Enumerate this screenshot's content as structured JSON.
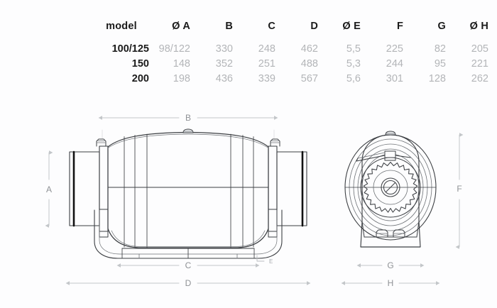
{
  "table": {
    "headers": [
      "model",
      "Ø A",
      "B",
      "C",
      "D",
      "Ø E",
      "F",
      "G",
      "Ø H"
    ],
    "rows": [
      {
        "model": "100/125",
        "A": "98/122",
        "B": "330",
        "C": "248",
        "D": "462",
        "E": "5,5",
        "F": "225",
        "G": "82",
        "H": "205"
      },
      {
        "model": "150",
        "A": "148",
        "B": "352",
        "C": "251",
        "D": "488",
        "E": "5,3",
        "F": "244",
        "G": "95",
        "H": "221"
      },
      {
        "model": "200",
        "A": "198",
        "B": "436",
        "C": "339",
        "D": "567",
        "E": "5,6",
        "F": "301",
        "G": "128",
        "H": "262"
      }
    ]
  },
  "dimensions": {
    "side_view": {
      "a": "A",
      "b": "B",
      "c": "C",
      "d": "D",
      "e": "E"
    },
    "front_view": {
      "f": "F",
      "g": "G",
      "h": "H"
    }
  },
  "colors": {
    "background": "#fdfdfe",
    "header_text": "#1b1b1b",
    "value_text": "#b3b5b8",
    "dimension_line": "#c3c6c9",
    "dimension_text": "#8f9296",
    "outline": "#3c3f43",
    "outline_light": "#6d7175",
    "gasket": "#111111"
  }
}
